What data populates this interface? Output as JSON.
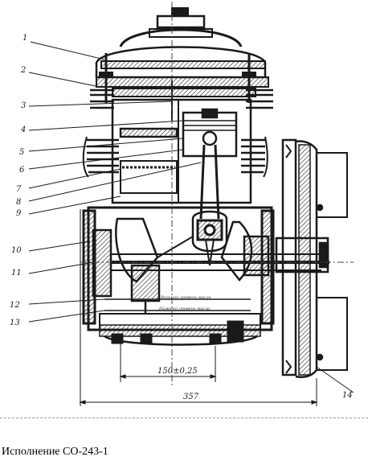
{
  "figure": {
    "caption": "Исполнение СО-243-1",
    "callouts": [
      "1",
      "2",
      "3",
      "4",
      "5",
      "6",
      "7",
      "8",
      "9",
      "10",
      "11",
      "12",
      "13",
      "14"
    ],
    "dimensions": {
      "inner": "150±0,25",
      "overall": "357"
    },
    "oil_level_labels": [
      "Верхний уровень масла",
      "Нижний уровень масла"
    ]
  }
}
